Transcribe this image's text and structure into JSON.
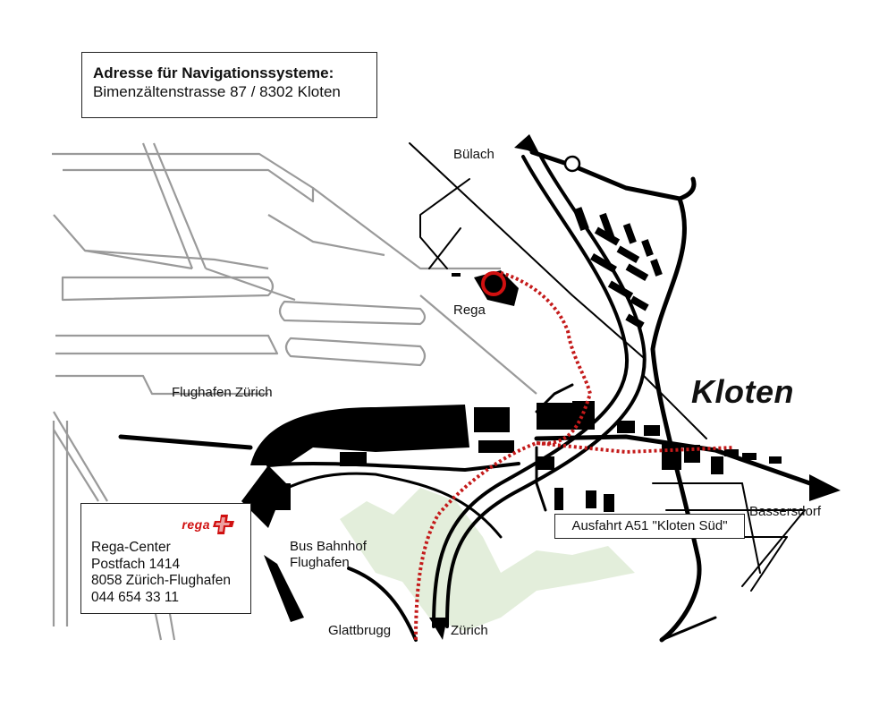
{
  "address_box": {
    "title": "Adresse für Navigationssysteme:",
    "address": "Bimenzältenstrasse 87 / 8302 Kloten"
  },
  "contact_box": {
    "logo_text": "rega",
    "logo_icon": "rega-cross-icon",
    "lines": [
      "Rega-Center",
      "Postfach 1414",
      "8058 Zürich-Flughafen",
      "044 654 33 11"
    ]
  },
  "exit_label": "Ausfahrt A51 \"Kloten Süd\"",
  "place_labels": {
    "bulach": "Bülach",
    "rega": "Rega",
    "airport": "Flughafen Zürich",
    "bus_line1": "Bus Bahnhof",
    "bus_line2": "Flughafen",
    "glattbrugg": "Glattbrugg",
    "zurich": "Zürich",
    "bassersdorf": "Bassersdorf",
    "kloten": "Kloten"
  },
  "colors": {
    "route": "#c41a1a",
    "marker": "#d01010",
    "runways": "#9a9a9a",
    "roads": "#000000",
    "green_area": "#e3eedb"
  }
}
